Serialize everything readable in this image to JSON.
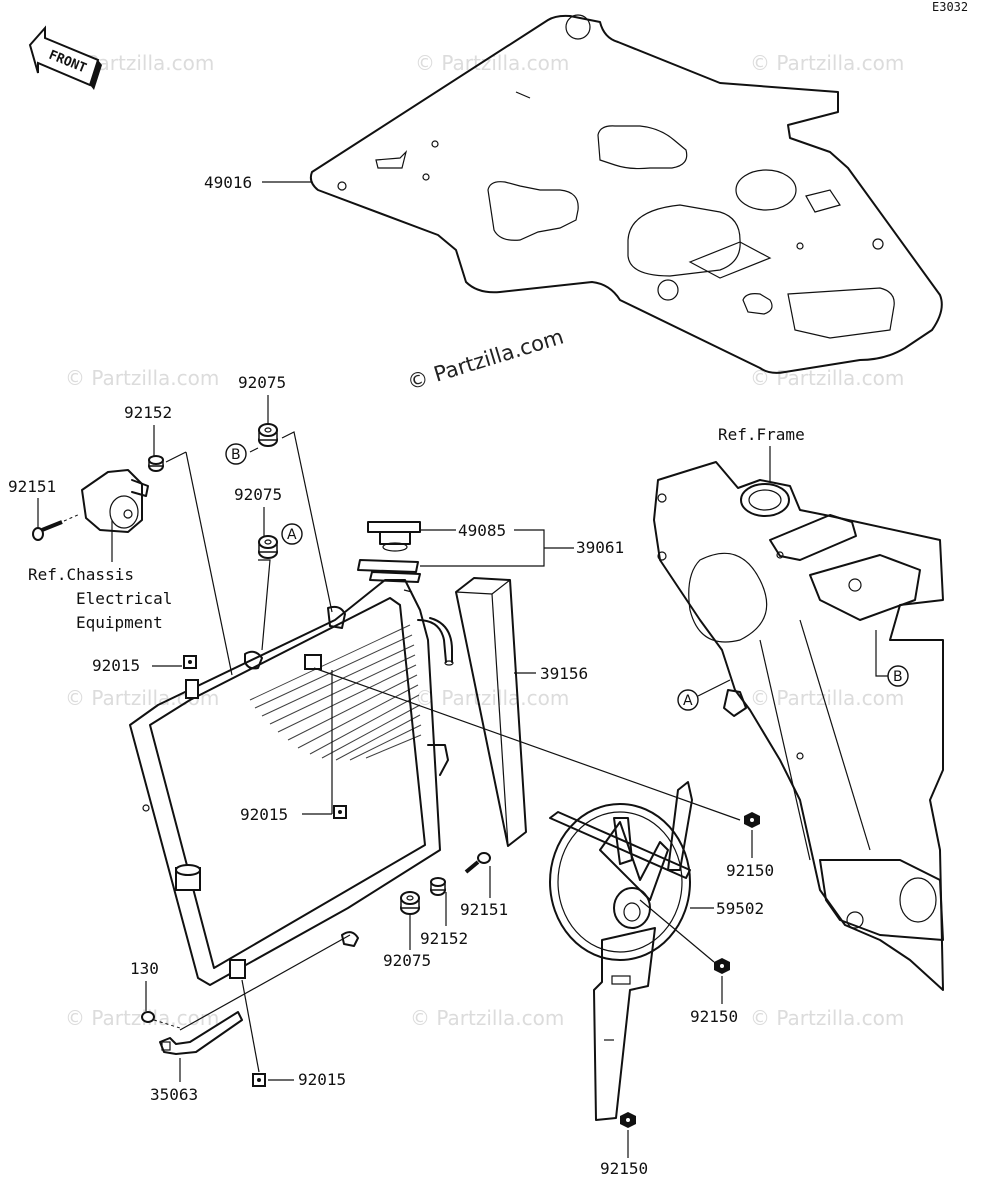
{
  "diagram_code": "E3032",
  "front_label": "FRONT",
  "watermark_main": "© Partzilla.com",
  "watermark_bg": "© Partzilla.com",
  "parts": {
    "p49016": "49016",
    "p92075_top": "92075",
    "p92152_top": "92152",
    "p92151_left": "92151",
    "p92075_mid": "92075",
    "p49085": "49085",
    "p39061": "39061",
    "p39156": "39156",
    "p92015_left": "92015",
    "p92015_mid": "92015",
    "p92150_right": "92150",
    "p59502": "59502",
    "p92151_bottom": "92151",
    "p92152_bottom": "92152",
    "p92075_bottom": "92075",
    "p92150_mid": "92150",
    "p130": "130",
    "p35063": "35063",
    "p92015_bottom": "92015",
    "p92150_bottom": "92150"
  },
  "references": {
    "chassis_line1": "Ref.Chassis",
    "chassis_line2": "Electrical",
    "chassis_line3": "Equipment",
    "frame": "Ref.Frame"
  },
  "callouts": {
    "a": "A",
    "b": "B"
  }
}
